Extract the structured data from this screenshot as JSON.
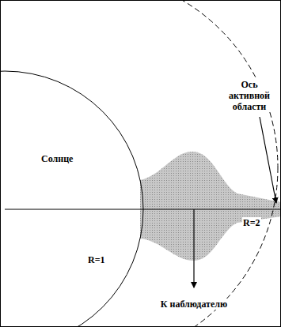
{
  "diagram": {
    "nodes": [
      {
        "text": [
          "Солнце"
        ]
      }
    ],
    "labels": [
      "Ось активной области",
      "R=1",
      "R=2",
      "К наблюдателю"
    ]
  }
}
